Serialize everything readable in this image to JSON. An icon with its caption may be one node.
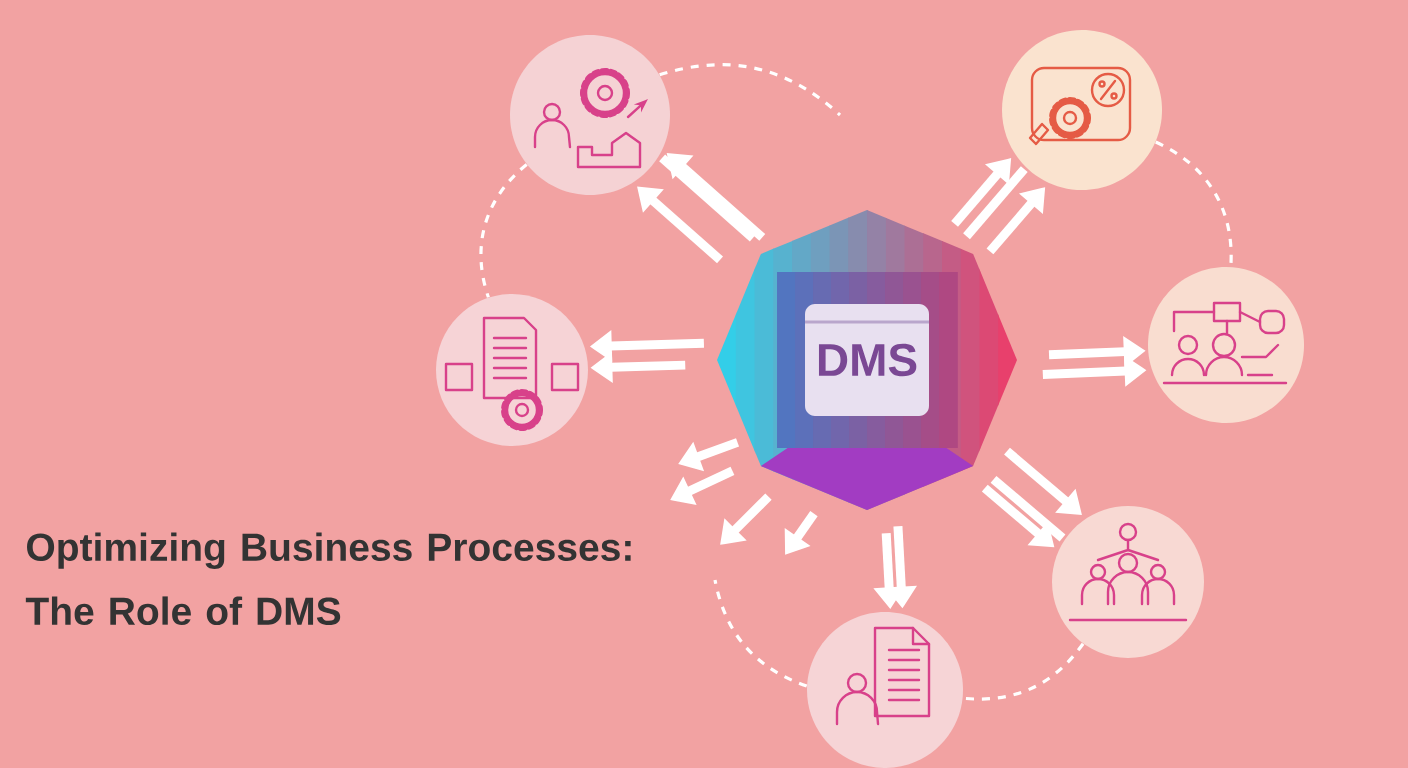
{
  "diagram": {
    "title": "Optimizing Business Processes: The Role of DMS",
    "nodes": [
      {
        "text": [],
        "shape": "circle"
      },
      {
        "text": [],
        "shape": "circle"
      },
      {
        "text": [],
        "shape": "circle"
      },
      {
        "text": [
          "DMS"
        ]
      },
      {
        "text": [],
        "shape": "circle"
      },
      {
        "text": [],
        "shape": "circle"
      },
      {
        "text": [],
        "shape": "circle"
      }
    ],
    "edges": [
      {
        "from": 3,
        "to": 0,
        "arrow": "to"
      },
      {
        "from": 3,
        "to": 0,
        "arrow": "none"
      },
      {
        "from": 3,
        "to": 0,
        "arrow": "to"
      },
      {
        "from": 3,
        "to": 1,
        "arrow": "to"
      },
      {
        "from": 3,
        "to": 1,
        "arrow": "none"
      },
      {
        "from": 3,
        "to": 1,
        "arrow": "to"
      },
      {
        "from": 3,
        "to": 2,
        "arrow": "to"
      },
      {
        "from": 3,
        "to": 2,
        "arrow": "to"
      },
      {
        "from": 3,
        "to": 4,
        "arrow": "to"
      },
      {
        "from": 3,
        "to": 4,
        "arrow": "to"
      },
      {
        "from": 3,
        "to": 5,
        "arrow": "to"
      },
      {
        "from": 3,
        "to": 5,
        "arrow": "none"
      },
      {
        "from": 3,
        "to": 5,
        "arrow": "to"
      },
      {
        "from": 3,
        "to": 6,
        "arrow": "to"
      },
      {
        "from": 3,
        "to": 6,
        "arrow": "to"
      },
      {
        "from": 3,
        "to": null,
        "arrow": "to"
      },
      {
        "from": 3,
        "to": null,
        "arrow": "to"
      },
      {
        "from": 3,
        "to": null,
        "arrow": "to"
      },
      {
        "from": 3,
        "to": null,
        "arrow": "to"
      },
      {
        "from": 0,
        "to": null,
        "arrow": "none",
        "style": "dashed"
      },
      {
        "from": 0,
        "to": 2,
        "arrow": "none",
        "style": "dashed"
      },
      {
        "from": 1,
        "to": 4,
        "arrow": "none",
        "style": "dashed"
      },
      {
        "from": 5,
        "to": 6,
        "arrow": "none",
        "style": "dashed"
      },
      {
        "from": 6,
        "to": null,
        "arrow": "none",
        "style": "dashed"
      }
    ]
  }
}
